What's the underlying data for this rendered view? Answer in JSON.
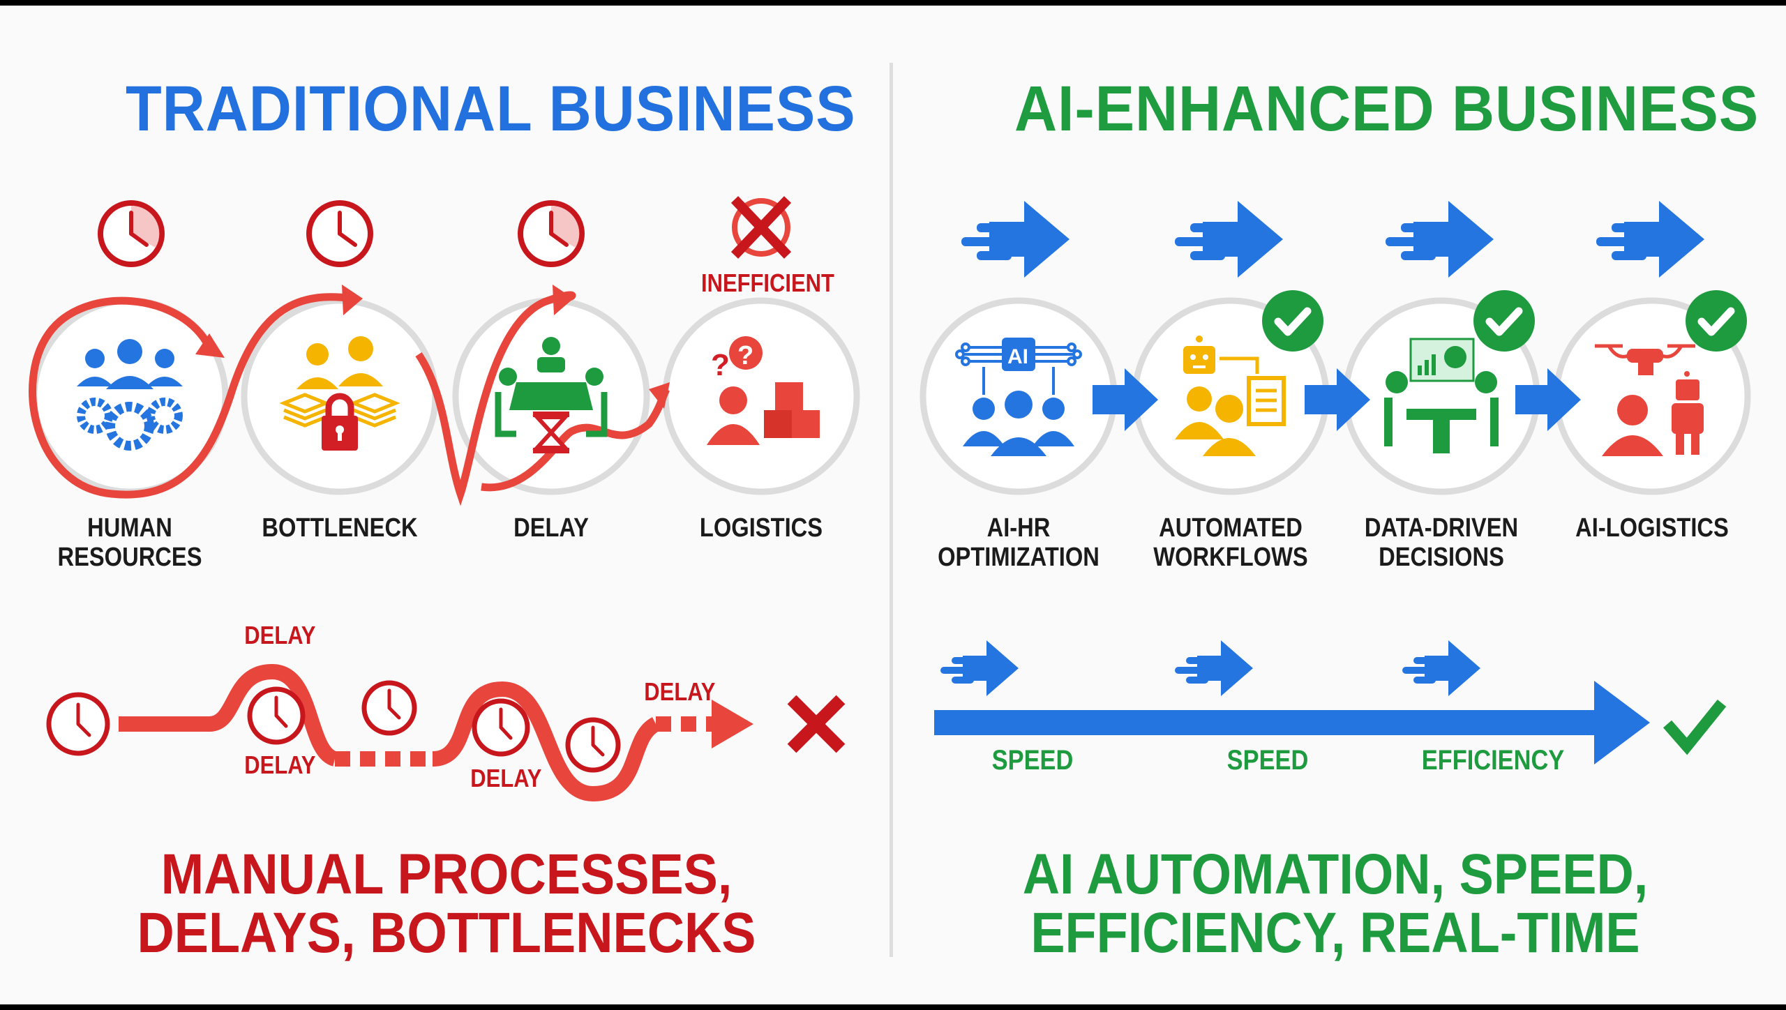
{
  "colors": {
    "traditional_title": "#2371df",
    "ai_title": "#1f9b40",
    "red": "#e8453c",
    "dark_red": "#c8161d",
    "blue": "#2575e0",
    "yellow": "#f4b400",
    "green": "#1e9a3f",
    "gray_ring": "#dcdcdc",
    "label_text": "#1b1b1b",
    "background": "#fafafa"
  },
  "left_panel": {
    "title": "TRADITIONAL BUSINESS",
    "stages": [
      {
        "label_line1": "HUMAN",
        "label_line2": "RESOURCES",
        "icon": "team-gears-icon",
        "top_icon": "clock-icon"
      },
      {
        "label_line1": "BOTTLENECK",
        "label_line2": "",
        "icon": "people-paperwork-lock-icon",
        "top_icon": "clock-icon"
      },
      {
        "label_line1": "DELAY",
        "label_line2": "",
        "icon": "meeting-hourglass-icon",
        "top_icon": "clock-icon"
      },
      {
        "label_line1": "LOGISTICS",
        "label_line2": "",
        "icon": "confused-person-boxes-icon",
        "top_icon": "crossed-clock-icon",
        "top_label": "INEFFICIENT"
      }
    ],
    "timeline": {
      "labels": [
        "DELAY",
        "DELAY",
        "DELAY",
        "DELAY"
      ],
      "end_icon": "x-mark-icon"
    },
    "summary_line1": "MANUAL PROCESSES,",
    "summary_line2": "DELAYS, BOTTLENECKS"
  },
  "right_panel": {
    "title": "AI-ENHANCED BUSINESS",
    "stages": [
      {
        "label_line1": "AI-HR",
        "label_line2": "OPTIMIZATION",
        "icon": "ai-chip-team-icon",
        "top_icon": "speed-arrow-icon",
        "checked": false
      },
      {
        "label_line1": "AUTOMATED",
        "label_line2": "WORKFLOWS",
        "icon": "robot-document-people-icon",
        "top_icon": "speed-arrow-icon",
        "checked": true
      },
      {
        "label_line1": "DATA-DRIVEN",
        "label_line2": "DECISIONS",
        "icon": "analytics-meeting-icon",
        "top_icon": "speed-arrow-icon",
        "checked": true
      },
      {
        "label_line1": "AI-LOGISTICS",
        "label_line2": "",
        "icon": "drone-robot-person-icon",
        "top_icon": "speed-arrow-icon",
        "checked": true
      }
    ],
    "timeline": {
      "labels": [
        "SPEED",
        "SPEED",
        "EFFICIENCY"
      ],
      "end_icon": "check-mark-icon"
    },
    "summary_line1": "AI AUTOMATION, SPEED,",
    "summary_line2": "EFFICIENCY, REAL-TIME"
  }
}
